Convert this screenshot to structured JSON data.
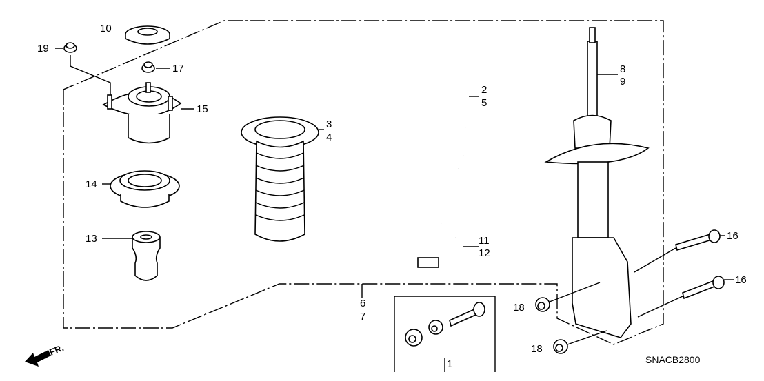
{
  "diagram_code": "SNACB2800",
  "front_indicator": "FR.",
  "callouts": {
    "p10": "10",
    "p19": "19",
    "p17": "17",
    "p15": "15",
    "p3": "3",
    "p4": "4",
    "p2": "2",
    "p5": "5",
    "p8": "8",
    "p9": "9",
    "p14": "14",
    "p13": "13",
    "p11": "11",
    "p12": "12",
    "p16a": "16",
    "p16b": "16",
    "p18a": "18",
    "p18b": "18",
    "p6": "6",
    "p7": "7",
    "p1": "1"
  }
}
